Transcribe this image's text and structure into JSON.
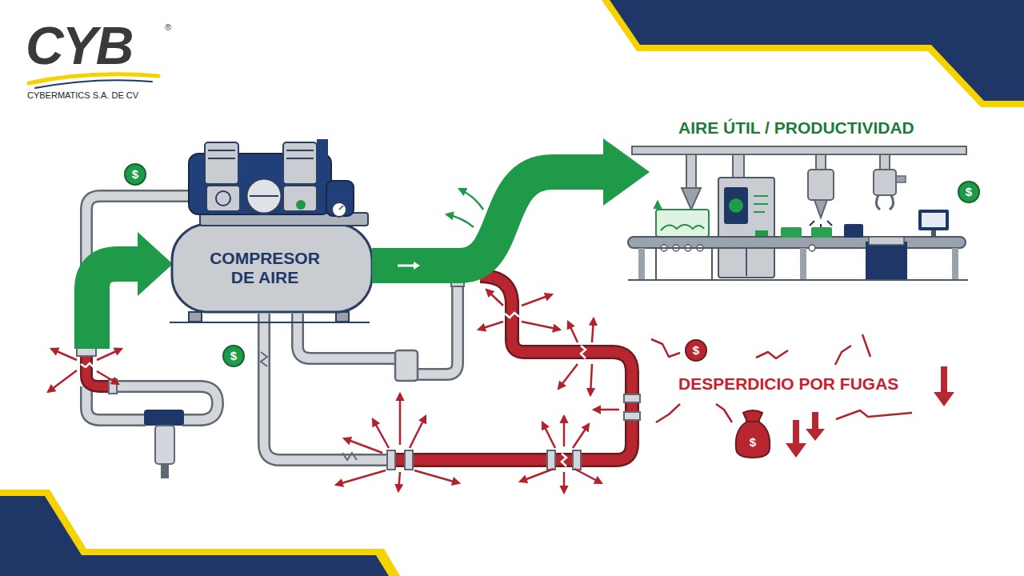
{
  "diagram": {
    "nodes": [
      {
        "text": [
          "COMPRESOR DE AIRE"
        ]
      },
      {
        "text": [
          "AIRE ÚTIL / PRODUCTIVIDAD"
        ]
      }
    ],
    "edges": [
      {
        "from": 0,
        "to": 1,
        "arrow": "to"
      }
    ],
    "labels": [
      "CYB",
      "®",
      "CYBERMATICS S.A. DE CV",
      "$",
      "$",
      "$",
      "$",
      "DESPERDICIO POR FUGAS",
      "$"
    ]
  }
}
